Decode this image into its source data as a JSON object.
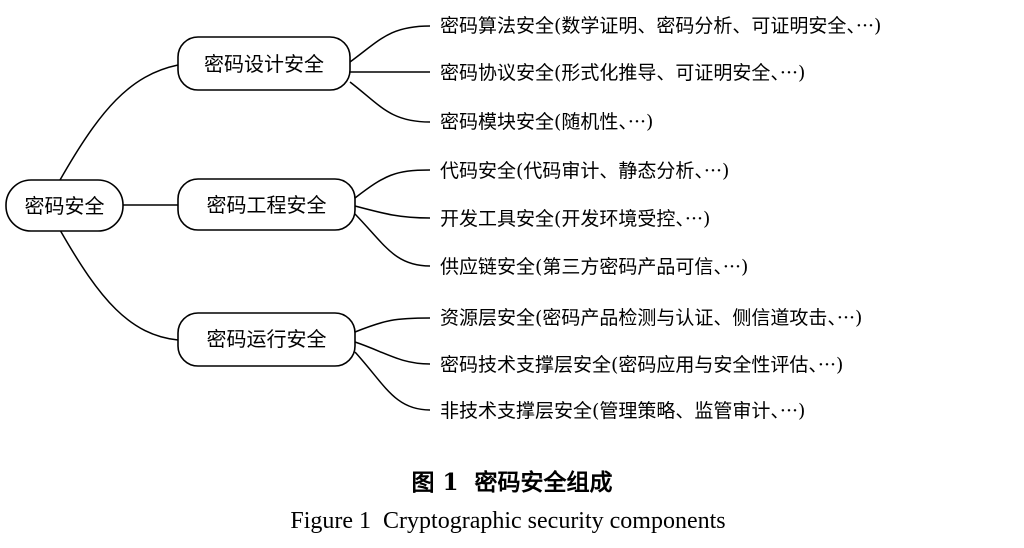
{
  "root": {
    "label": "密码安全"
  },
  "branches": [
    {
      "label": "密码设计安全",
      "children": [
        "密码算法安全(数学证明、密码分析、可证明安全、···)",
        "密码协议安全(形式化推导、可证明安全、···)",
        "密码模块安全(随机性、···)"
      ]
    },
    {
      "label": "密码工程安全",
      "children": [
        "代码安全(代码审计、静态分析、···)",
        "开发工具安全(开发环境受控、···)",
        "供应链安全(第三方密码产品可信、···)"
      ]
    },
    {
      "label": "密码运行安全",
      "children": [
        "资源层安全(密码产品检测与认证、侧信道攻击、···)",
        "密码技术支撑层安全(密码应用与安全性评估、···)",
        "非技术支撑层安全(管理策略、监管审计、···)"
      ]
    }
  ],
  "caption": {
    "cn": "图 1  密码安全组成",
    "en": "Figure 1  Cryptographic security components"
  }
}
